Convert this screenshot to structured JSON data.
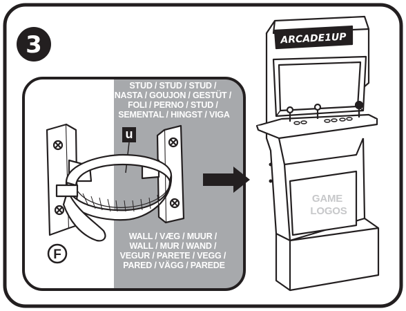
{
  "step": {
    "number": "3"
  },
  "panel": {
    "stud_label_lines": [
      "STUD / STUD / STUD /",
      "NASTA / GOUJON / GESTÜT /",
      "FOLI / PERNO / STUD /",
      "SEMENTAL / HINGST / VIGA"
    ],
    "part_u": "u",
    "part_f": "F",
    "wall_label_lines": [
      "WALL / VÆG / MUUR /",
      "WALL / MUR / WAND /",
      "VEGUR / PARETE / VEGG /",
      "PARED / VÄGG / PAREDE"
    ]
  },
  "cabinet": {
    "marquee_text": "ARCADE1UP",
    "side_text_lines": [
      "GAME",
      "LOGOS"
    ]
  },
  "colors": {
    "ink": "#231f20",
    "stud_zone": "#a7a9ac",
    "logo_text": "#c7c8ca"
  }
}
